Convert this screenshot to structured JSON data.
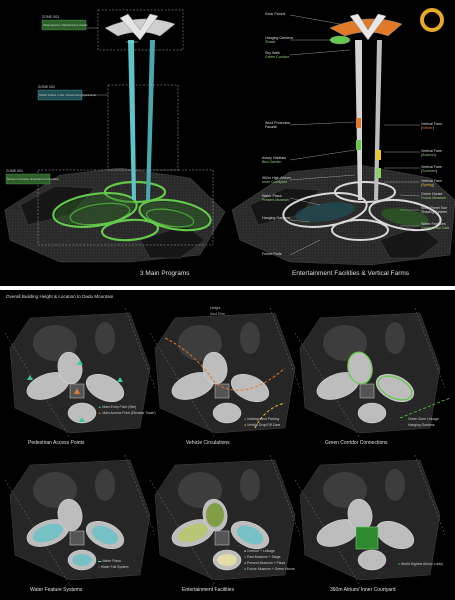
{
  "colors": {
    "background": "#000000",
    "separator": "#ffffff",
    "green": "#63c94a",
    "cyan": "#5fc3c8",
    "orange": "#e07a28",
    "yellow": "#e8c52a",
    "site": "#3a3a3a",
    "building": "#9a9a9a"
  },
  "top": {
    "left_caption": "3 Main Programs",
    "right_caption": "Entertainment Facilities & Vertical Farms",
    "zones": [
      {
        "zone": "ZONE 003",
        "desc": "Observatories / Skyfield Zone Garden"
      },
      {
        "zone": "ZONE 002",
        "desc": "SOHO Towers / Lofts, Terrace living Apartments"
      },
      {
        "zone": "ZONE 001",
        "desc": "Museum Complex / Entertainment Facilities"
      }
    ],
    "right_labels_left": [
      {
        "main": "Solar Panels",
        "sub": ""
      },
      {
        "main": "Hanging Gardens",
        "sub": "Shade"
      },
      {
        "main": "Sky Walk",
        "sub": "Green Corridor"
      },
      {
        "main": "Wind Protection Facade",
        "sub": ""
      },
      {
        "main": "Aviary Habitats",
        "sub": "Bird Garden"
      },
      {
        "main": "360m High Atrium",
        "sub": "Inner Courtyard"
      },
      {
        "main": "Water Plaza",
        "sub": "Present Museum"
      },
      {
        "main": "Hanging Gardens",
        "sub": ""
      },
      {
        "main": "Future Pods",
        "sub": ""
      }
    ],
    "right_labels_right": [
      {
        "main": "Vertical Farm",
        "sub": "Winter"
      },
      {
        "main": "Vertical Farm",
        "sub": "Autumn"
      },
      {
        "main": "Vertical Farm",
        "sub": "Summer"
      },
      {
        "main": "Vertical Farm",
        "sub": "Spring"
      },
      {
        "main": "Green House",
        "sub": "Future Museum"
      },
      {
        "main": "Solar Panel Sun Shading System",
        "sub": ""
      },
      {
        "main": "Water Features",
        "sub": "Central Pool Cafe"
      }
    ]
  },
  "bottom": {
    "heading_lines": [
      "Overall Building Height  & Location to Dadu Mountain",
      "Height",
      "Ascl 20m"
    ],
    "diagrams": [
      {
        "caption": "Pedestrian Access Points",
        "legend": [
          {
            "label": "Main Entry Point (Site)",
            "color": "#3fc7a2"
          },
          {
            "label": "Main Access Point (Elevator Tower)",
            "color": "#e07a28"
          }
        ]
      },
      {
        "caption": "Vehicle Circulations",
        "legend": [
          {
            "label": "Underground Parking",
            "color": "#e07a28"
          },
          {
            "label": "Vehicle Drop/Off Zone",
            "color": "#e8c52a"
          }
        ]
      },
      {
        "caption": "Green Corridor Connections",
        "legend": [
          {
            "label": "Green Zone Linkage",
            "color": "#63c94a"
          },
          {
            "label": "Hanging Gardens",
            "color": "#63c94a"
          }
        ]
      },
      {
        "caption": "Water Feature Systems",
        "legend": [
          {
            "label": "Water Plaza",
            "color": "#5fc3c8"
          },
          {
            "label": "Water Fall System",
            "color": "#5fc3c8"
          }
        ]
      },
      {
        "caption": "Entertainment Facilities",
        "legend": [
          {
            "label": "Comfort + Linkage",
            "color": "#e8e5a0"
          },
          {
            "label": "Past Museum + Stage",
            "color": "#7a9a3a"
          },
          {
            "label": "Present Museum + Plaza",
            "color": "#b7c96a"
          },
          {
            "label": "Future Museum + Green House",
            "color": "#5fc3c8"
          }
        ]
      },
      {
        "caption": "360m Atrium/ Inner Courtyard",
        "legend": [
          {
            "label": "World Highest Atrium Lobby",
            "color": "#2f8a2f"
          }
        ]
      }
    ]
  }
}
